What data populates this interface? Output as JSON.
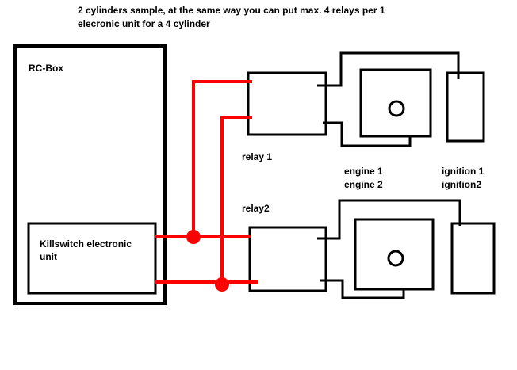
{
  "caption_line1": "2 cylinders sample, at the same way you can put max. 4 relays per 1",
  "caption_line2": "elecronic unit for a 4 cylinder",
  "rc_box_label": "RC-Box",
  "killswitch_label_line1": "Killswitch electronic",
  "killswitch_label_line2": "unit",
  "relay1_label": "relay 1",
  "relay2_label": "relay2",
  "engine_label_line1": "engine 1",
  "engine_label_line2": "engine 2",
  "ignition_label_line1": "ignition 1",
  "ignition_label_line2": "ignition2",
  "colors": {
    "wire_red": "#ff0000",
    "line_black": "#000000",
    "background": "#ffffff"
  }
}
